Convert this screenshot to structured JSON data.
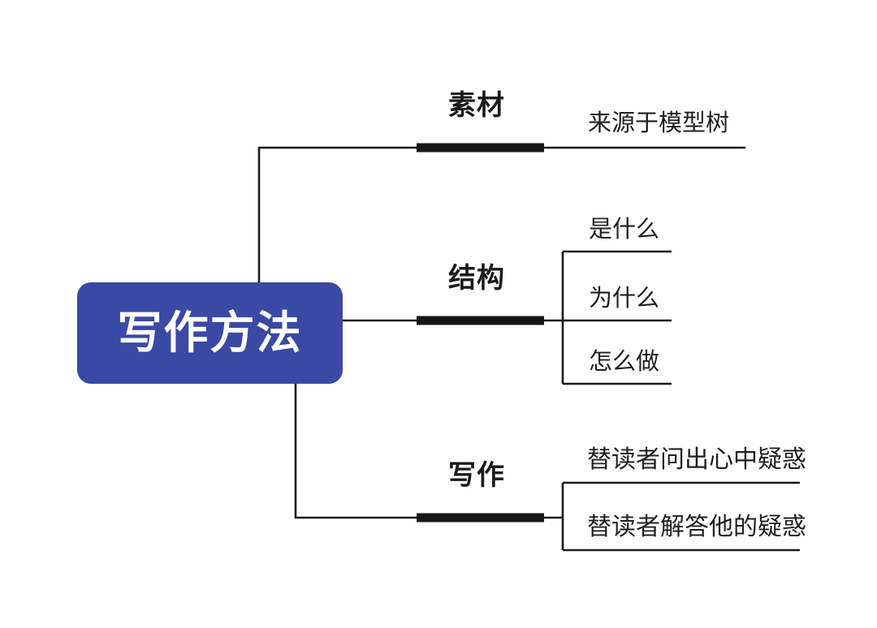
{
  "diagram": {
    "type": "mind-map",
    "title": "写作方法",
    "background_color": "#ffffff",
    "root": {
      "label": "写作方法",
      "fill_color": "#3a49a4",
      "text_color": "#ffffff"
    },
    "connector_color": "#1a1a1a",
    "branches": [
      {
        "label": "素材",
        "children": [
          {
            "label": "来源于模型树"
          }
        ]
      },
      {
        "label": "结构",
        "children": [
          {
            "label": "是什么"
          },
          {
            "label": "为什么"
          },
          {
            "label": "怎么做"
          }
        ]
      },
      {
        "label": "写作",
        "children": [
          {
            "label": "替读者问出心中疑惑"
          },
          {
            "label": "替读者解答他的疑惑"
          }
        ]
      }
    ]
  }
}
